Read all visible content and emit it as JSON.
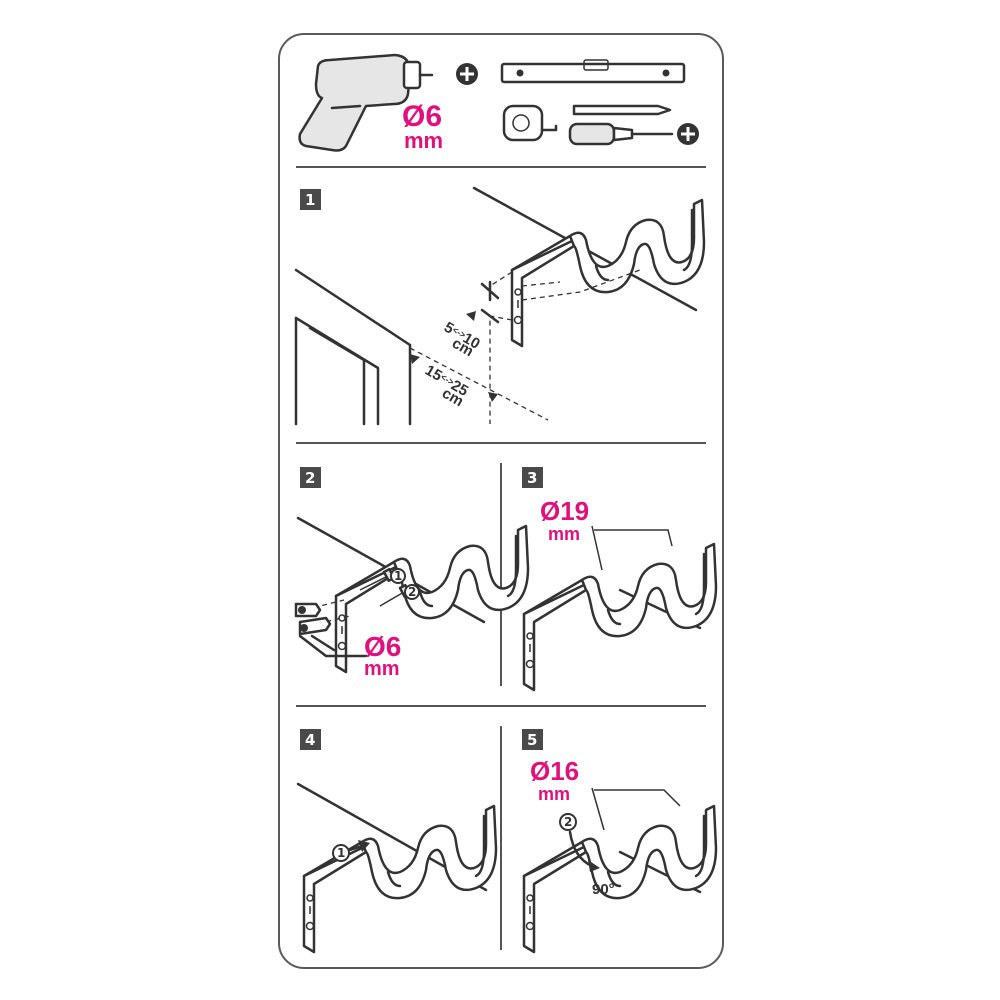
{
  "tools": {
    "drill_bit": "Ø6",
    "drill_unit": "mm"
  },
  "step1": {
    "number": "1",
    "dim_edge_a": "5",
    "dim_edge_b": "10",
    "dim_edge_unit": "cm",
    "dim_window_a": "15",
    "dim_window_b": "25",
    "dim_window_unit": "cm",
    "range_sep": "<->"
  },
  "step2": {
    "number": "2",
    "callout_1": "1",
    "callout_2": "2",
    "hole_size": "Ø6",
    "hole_unit": "mm"
  },
  "step3": {
    "number": "3",
    "rod_size": "Ø19",
    "rod_unit": "mm"
  },
  "step4": {
    "number": "4",
    "callout_1": "1"
  },
  "step5": {
    "number": "5",
    "rod_size": "Ø16",
    "rod_unit": "mm",
    "callout_2": "2",
    "rotation": "90°"
  }
}
